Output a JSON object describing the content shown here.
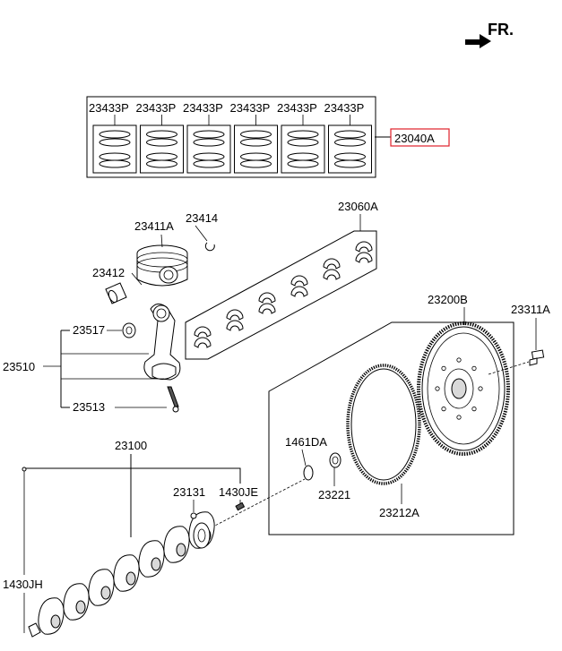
{
  "front_marker": {
    "label": "FR."
  },
  "ring_set": {
    "ring_labels": [
      "23433P",
      "23433P",
      "23433P",
      "23433P",
      "23433P",
      "23433P"
    ],
    "assembly_label": "23040A",
    "highlight_color": "#e0202a"
  },
  "labels": {
    "piston": "23411A",
    "snap_ring": "23414",
    "piston_pin": "23412",
    "bearing_set": "23060A",
    "rod_bushing": "23517",
    "connecting_rod": "23510",
    "rod_bolt": "23513",
    "crankshaft": "23100",
    "flywheel": "23200B",
    "flywheel_bolt": "23311A",
    "seal": "1461DA",
    "pilot_bearing": "23221",
    "ring_gear": "23212A",
    "pin_dowel": "23131",
    "key": "1430JE",
    "front_key": "1430JH"
  }
}
